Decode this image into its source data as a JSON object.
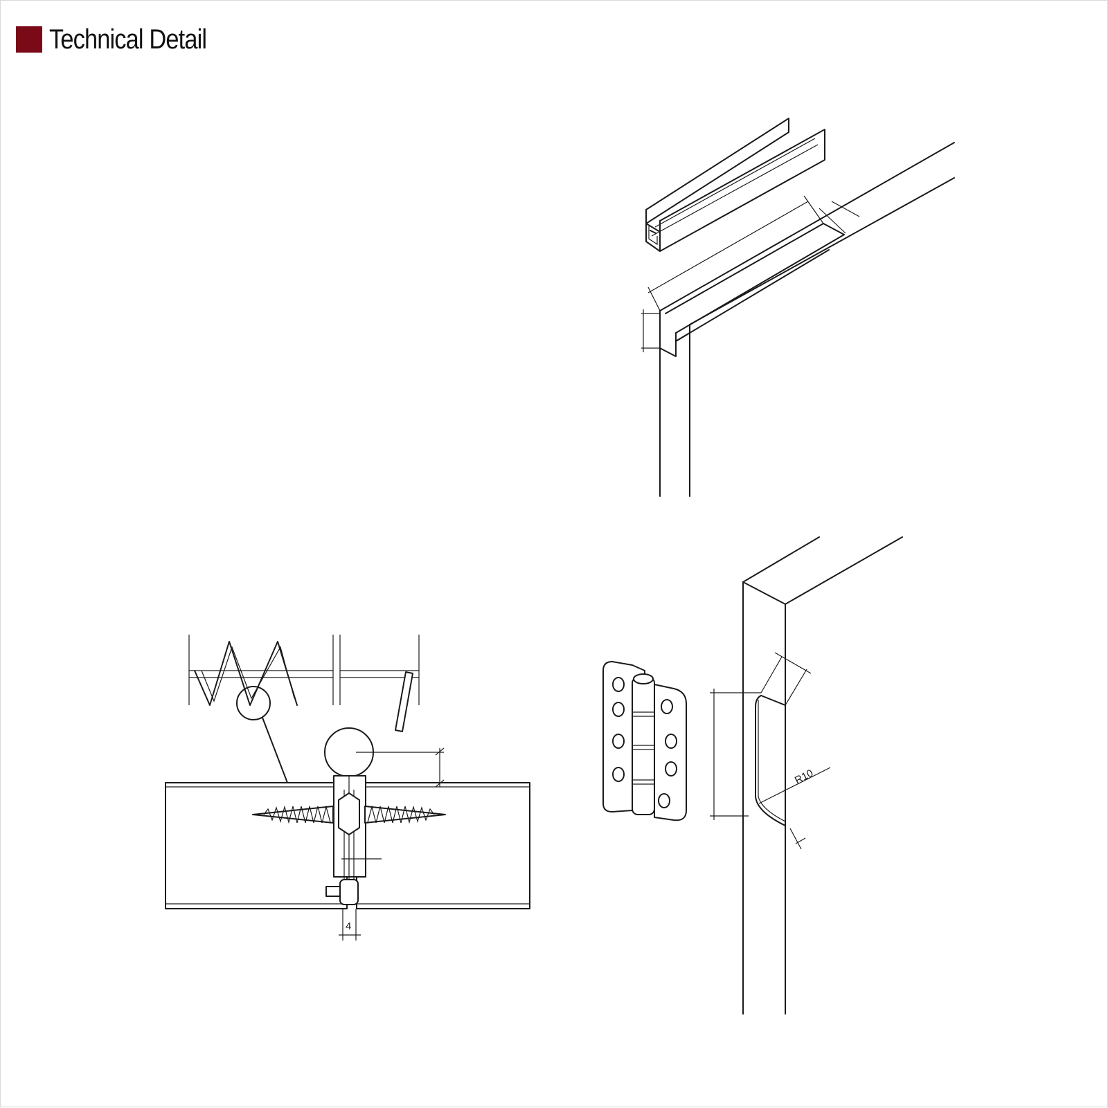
{
  "header": {
    "title": "Technical Detail",
    "accent_color": "#7b0a18"
  },
  "drawings": {
    "hinge_section": {
      "dimension_gap": "4"
    },
    "frame_rebate": {
      "radius_label": "R10"
    }
  }
}
